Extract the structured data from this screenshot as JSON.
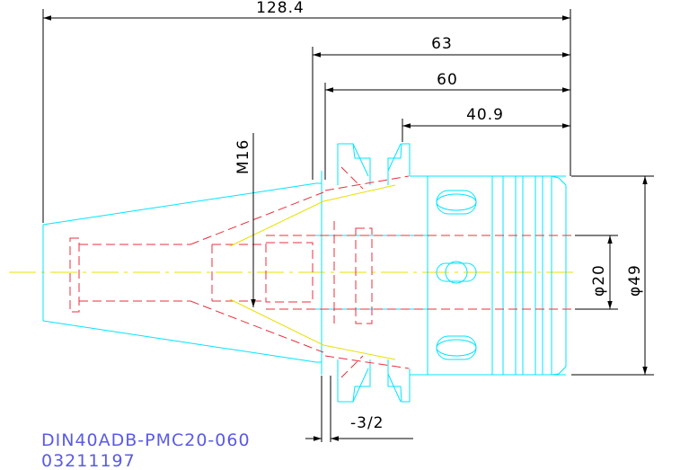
{
  "drawing": {
    "part_number": "DIN40ADB-PMC20-060",
    "code": "03211197",
    "colors": {
      "outline": "#00e5ff",
      "hidden": "#e8303c",
      "center": "#e8e000",
      "dimension": "#000000",
      "label": "#5a5ae6"
    }
  },
  "dimensions": {
    "overall_length": "128.4",
    "length_63": "63",
    "length_60": "60",
    "length_40_9": "40.9",
    "thread": "M16",
    "bore_diameter": "φ20",
    "body_diameter": "φ49",
    "flange_tolerance": "-3/2"
  }
}
